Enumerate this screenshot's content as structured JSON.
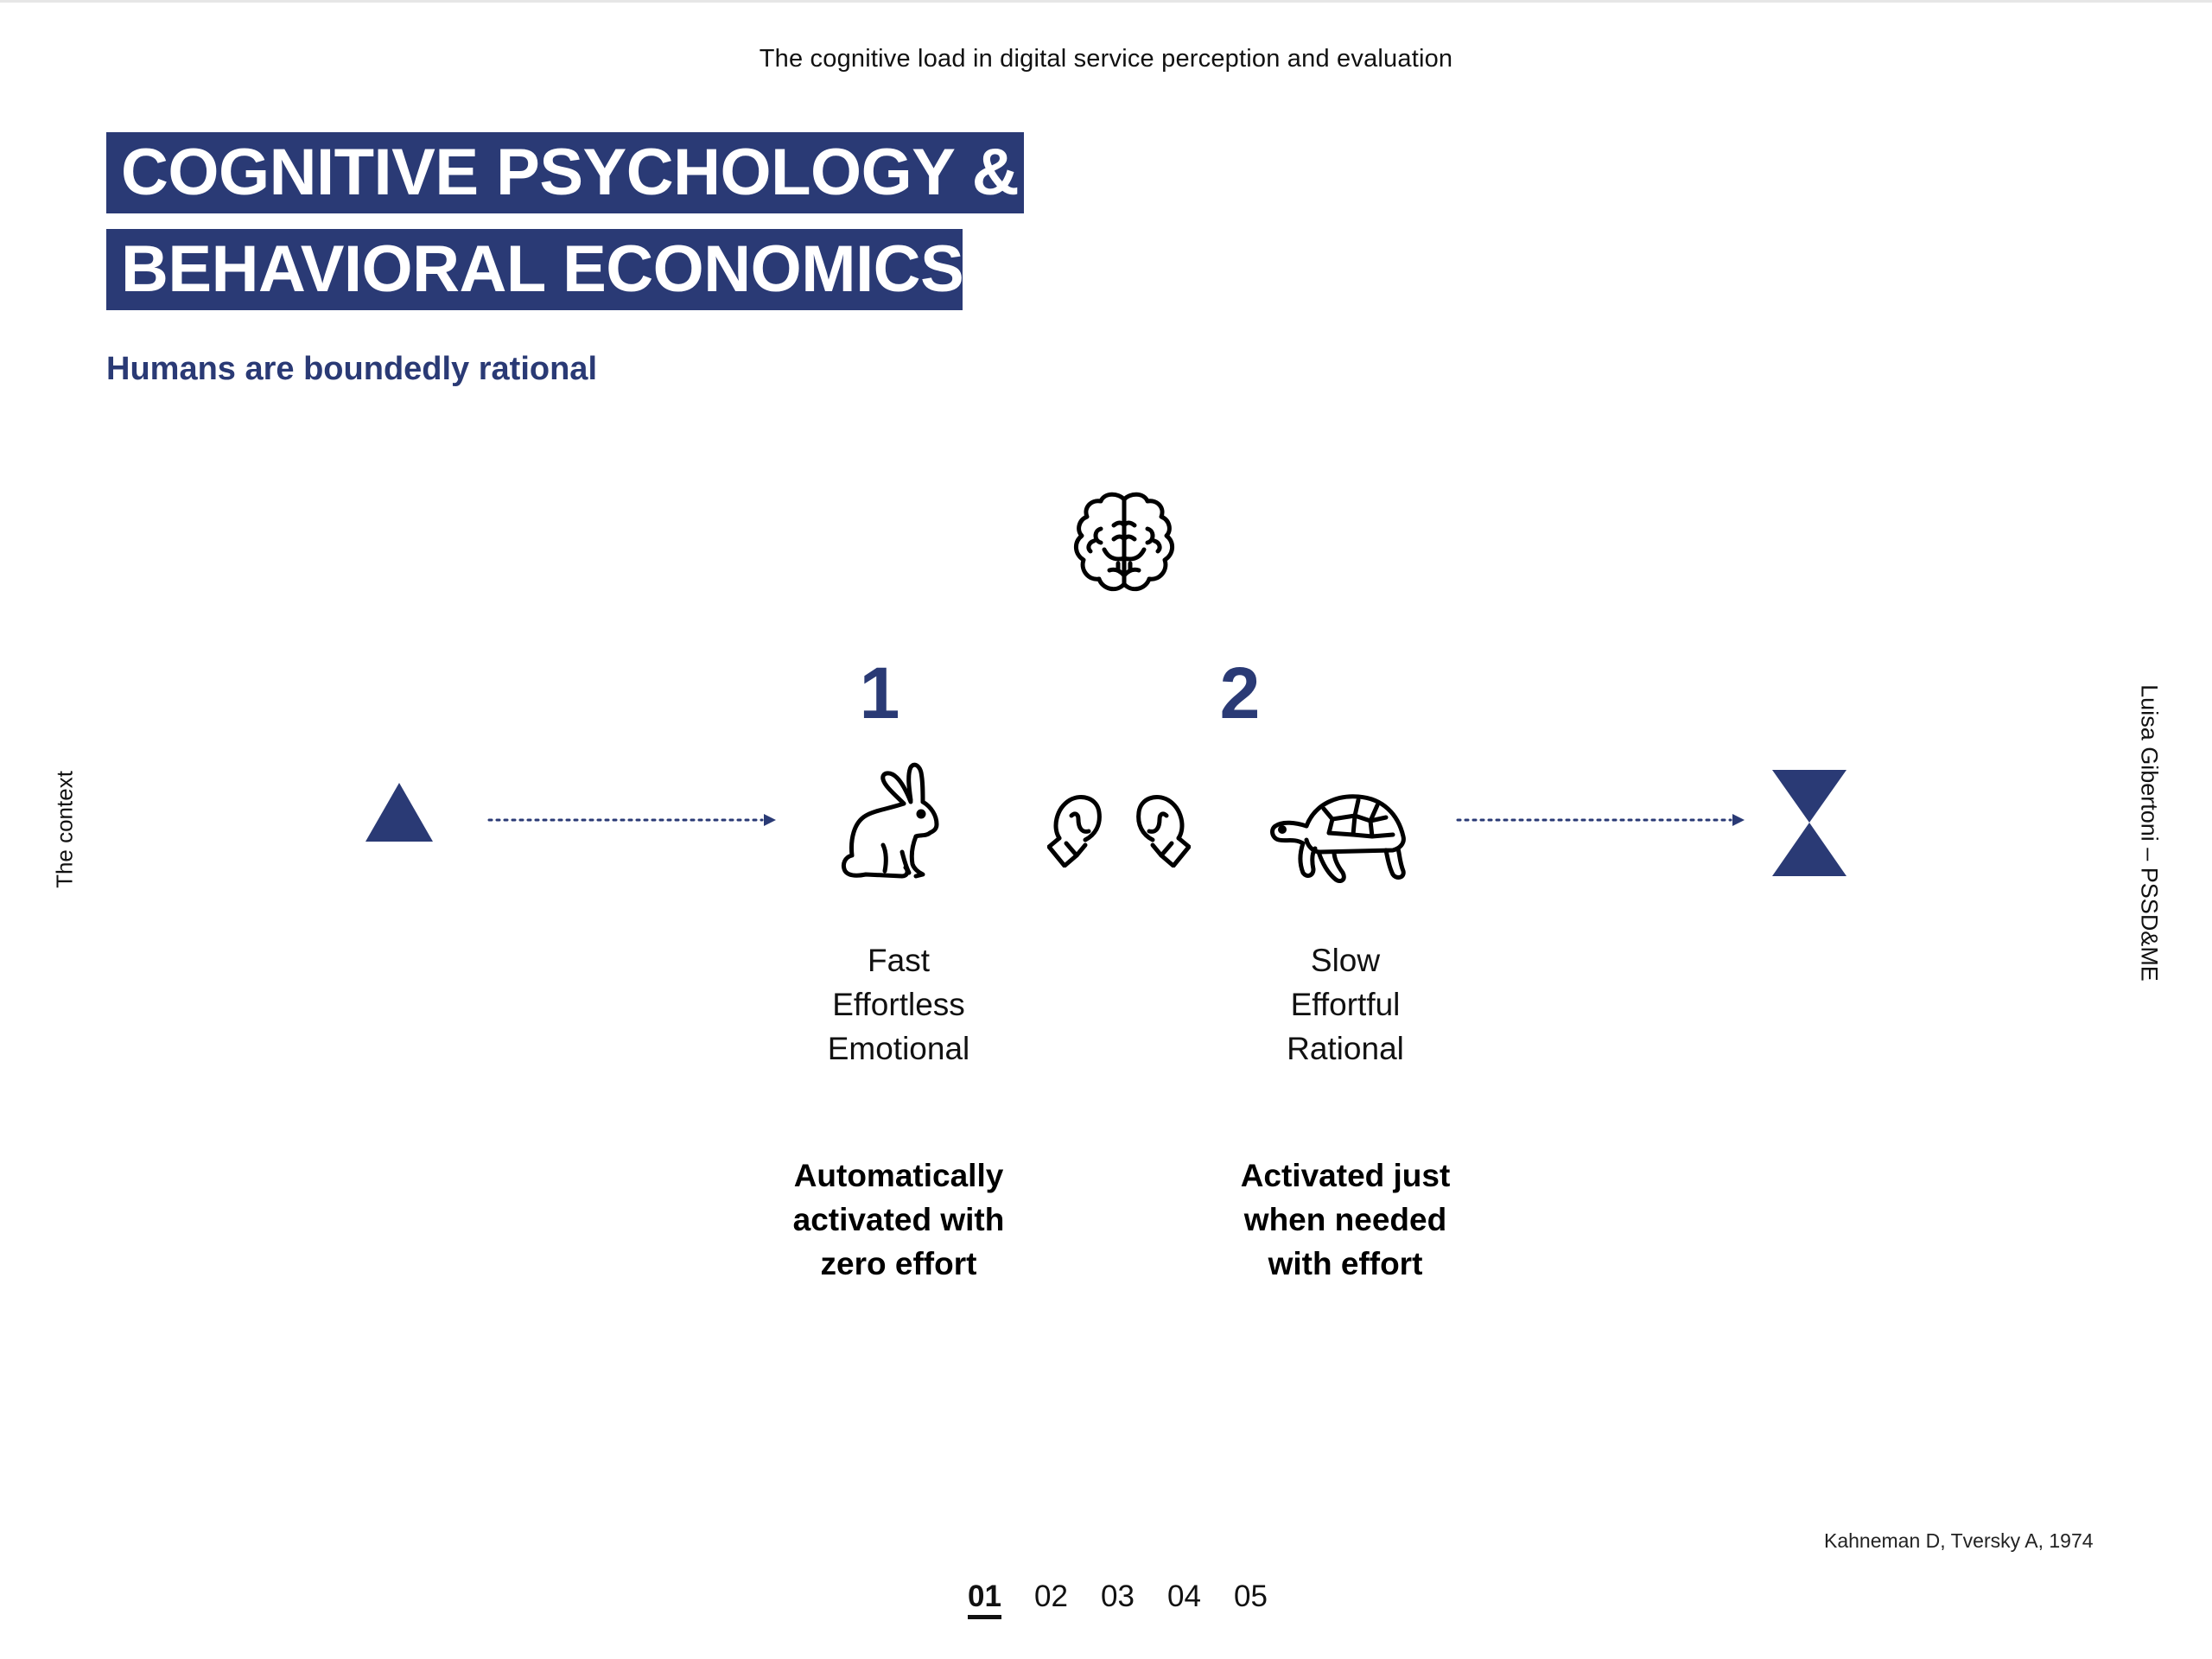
{
  "header": {
    "title": "The cognitive load in digital service perception and evaluation"
  },
  "title": {
    "line1": "COGNITIVE PSYCHOLOGY &",
    "line2": "BEHAVIORAL ECONOMICS"
  },
  "subtitle": "Humans are boundedly rational",
  "side": {
    "left": "The context",
    "right": "Luisa Gibertoni – PSSD&ME"
  },
  "colors": {
    "accent": "#2a3a75",
    "text": "#111111",
    "background": "#ffffff"
  },
  "diagram": {
    "top_icon": "brain-icon",
    "left_shape": "triangle-icon",
    "right_shape": "hourglass-icon",
    "center_icon": "boxing-gloves-icon",
    "systems": [
      {
        "number": "1",
        "icon": "rabbit-icon",
        "traits": [
          "Fast",
          "Effortless",
          "Emotional"
        ],
        "description": [
          "Automatically",
          "activated with",
          "zero effort"
        ]
      },
      {
        "number": "2",
        "icon": "turtle-icon",
        "traits": [
          "Slow",
          "Effortful",
          "Rational"
        ],
        "description": [
          "Activated just",
          "when needed",
          "with effort"
        ]
      }
    ]
  },
  "citation": "Kahneman D, Tversky A, 1974",
  "pagination": {
    "current": "01",
    "pages": [
      "01",
      "02",
      "03",
      "04",
      "05"
    ]
  }
}
